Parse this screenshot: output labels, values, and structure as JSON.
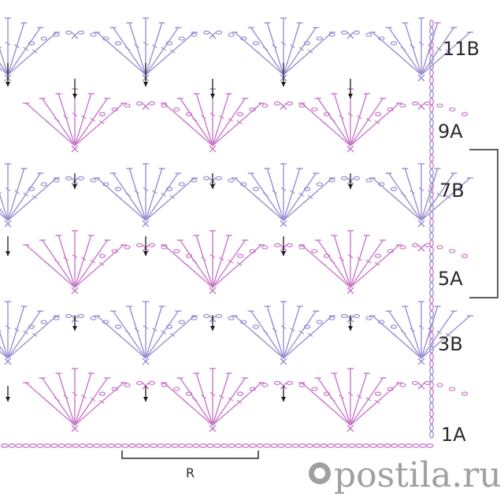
{
  "diagram": {
    "row_labels": [
      "11B",
      "9A",
      "7B",
      "5A",
      "3B",
      "1A"
    ],
    "repeat_label": "R",
    "watermark": "postila.ru",
    "colors": {
      "pink": "#c878c8",
      "lilac": "#9a8fd0",
      "magenta": "#a0509a",
      "ink": "#2b2b2b",
      "arrow": "#1a1a1a",
      "watermark": "#a0a0a0"
    }
  }
}
